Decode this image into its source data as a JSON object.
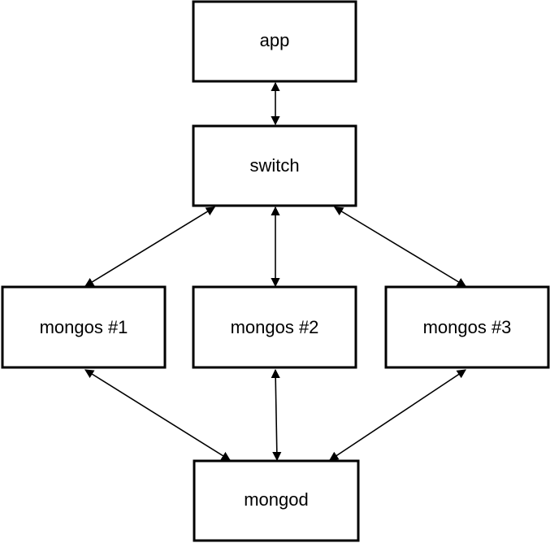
{
  "diagram": {
    "nodes": {
      "app": {
        "label": "app"
      },
      "switch": {
        "label": "switch"
      },
      "mongos1": {
        "label": "mongos #1"
      },
      "mongos2": {
        "label": "mongos #2"
      },
      "mongos3": {
        "label": "mongos #3"
      },
      "mongod": {
        "label": "mongod"
      }
    },
    "edges": [
      {
        "from": "app",
        "to": "switch",
        "direction": "both"
      },
      {
        "from": "switch",
        "to": "mongos1",
        "direction": "both"
      },
      {
        "from": "switch",
        "to": "mongos2",
        "direction": "both"
      },
      {
        "from": "switch",
        "to": "mongos3",
        "direction": "both"
      },
      {
        "from": "mongos1",
        "to": "mongod",
        "direction": "both"
      },
      {
        "from": "mongos2",
        "to": "mongod",
        "direction": "both"
      },
      {
        "from": "mongos3",
        "to": "mongod",
        "direction": "both"
      }
    ],
    "colors": {
      "stroke": "#000000",
      "fill": "#ffffff",
      "text": "#000000"
    }
  }
}
